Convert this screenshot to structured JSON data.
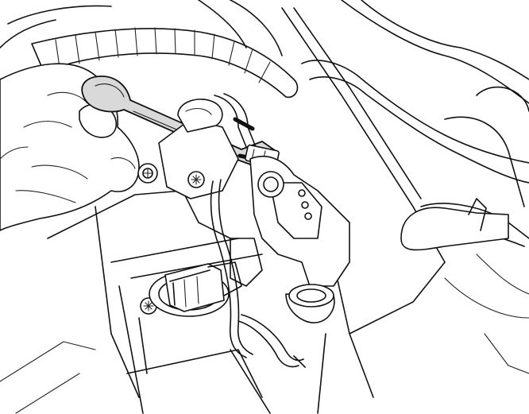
{
  "illustration": {
    "style": "line-drawing",
    "colors": {
      "line": "#111111",
      "background": "#ffffff",
      "tool_shading": "#d9d9d9"
    },
    "parts": [
      "wiring-harness-loom",
      "hand",
      "open-end-wrench",
      "pipe-nut",
      "fuel-or-hydraulic-line",
      "mounting-bolt",
      "torx-screw",
      "electrical-connector",
      "sensor-housing",
      "valve-body",
      "hose",
      "cable",
      "housing-cover"
    ]
  }
}
